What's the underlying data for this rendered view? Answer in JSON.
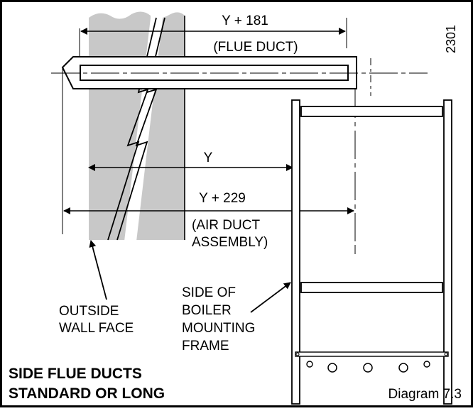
{
  "diagram": {
    "code": "2301",
    "caption": "Diagram 7.3",
    "title_line1": "SIDE FLUE DUCTS",
    "title_line2": "STANDARD OR LONG",
    "dim_flue_label": "Y + 181",
    "dim_flue_sub": "(FLUE DUCT)",
    "dim_y_label": "Y",
    "dim_air_label": "Y + 229",
    "dim_air_sub1": "(AIR DUCT",
    "dim_air_sub2": "ASSEMBLY)",
    "wall_label_1": "OUTSIDE",
    "wall_label_2": "WALL FACE",
    "frame_label_1": "SIDE OF",
    "frame_label_2": "BOILER",
    "frame_label_3": "MOUNTING",
    "frame_label_4": "FRAME"
  }
}
